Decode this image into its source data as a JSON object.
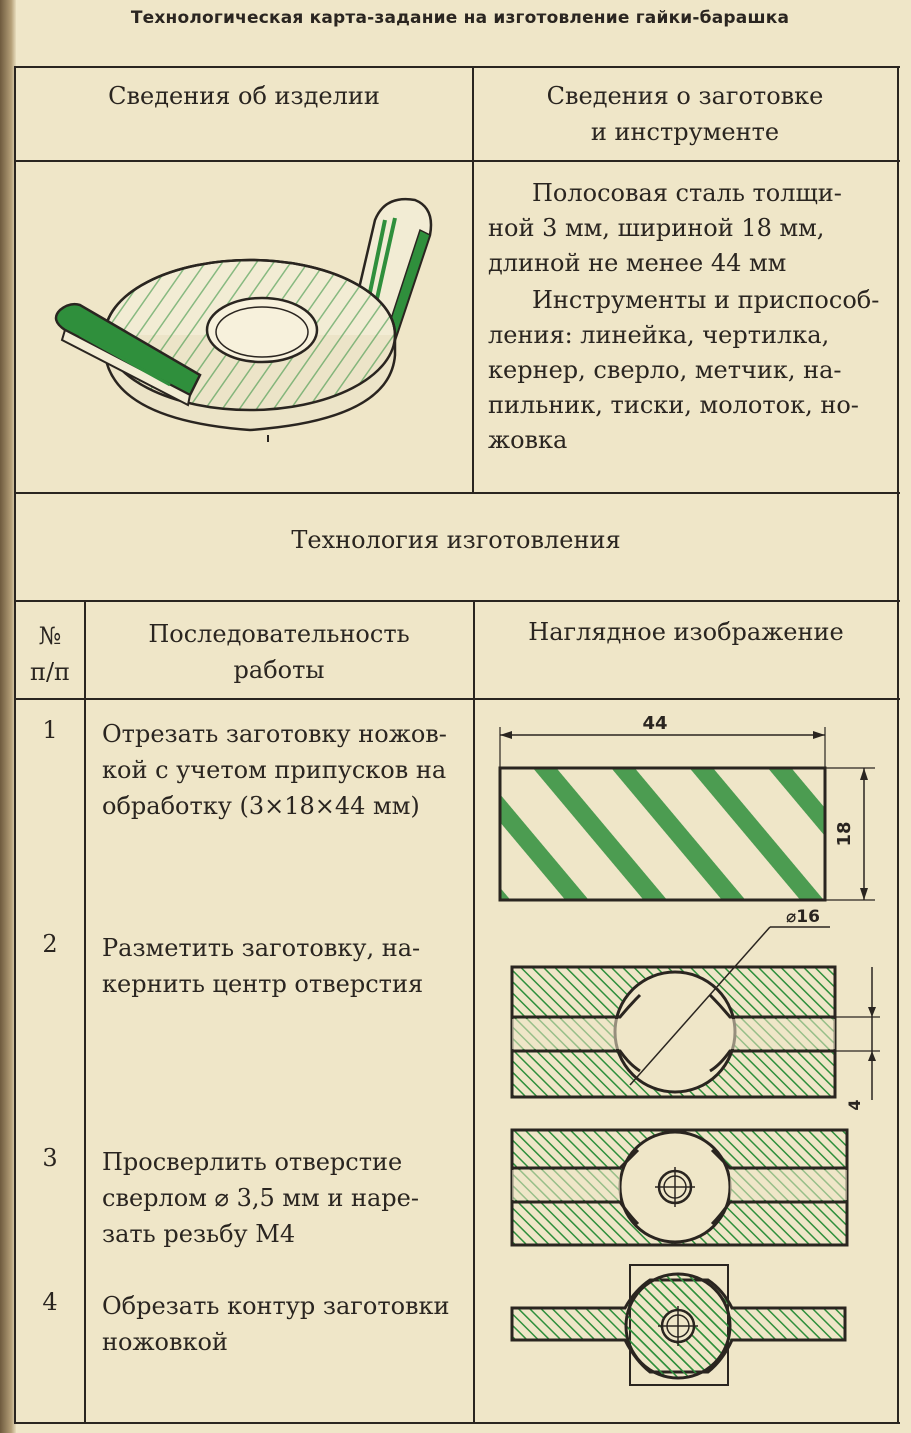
{
  "title": "Технологическая карта-задание на изготовление гайки-барашка",
  "header": {
    "product_info": "Сведения об изделии",
    "blank_info_line1": "Сведения о заготовке",
    "blank_info_line2": "и инструменте"
  },
  "blank": {
    "material_line1": "Полосовая сталь толщи-",
    "material_line2": "ной 3 мм, шириной 18 мм,",
    "material_line3": "длиной не менее 44 мм",
    "tools_line1": "Инструменты и приспособ-",
    "tools_line2": "ления: линейка, чертилка,",
    "tools_line3": "кернер, сверло, метчик, на-",
    "tools_line4": "пильник, тиски, молоток, но-",
    "tools_line5": "жовка"
  },
  "technology": {
    "section_title": "Технология изготовления",
    "col_num_line1": "№",
    "col_num_line2": "п/п",
    "col_seq_line1": "Последовательность",
    "col_seq_line2": "работы",
    "col_image": "Наглядное изображение"
  },
  "steps": [
    {
      "num": "1",
      "lines": [
        "Отрезать заготовку ножов-",
        "кой с учетом припусков на",
        "обработку (3×18×44 мм)"
      ]
    },
    {
      "num": "2",
      "lines": [
        "Разметить заготовку, на-",
        "кернить центр отверстия"
      ]
    },
    {
      "num": "3",
      "lines": [
        "Просверлить отверстие",
        "сверлом ⌀ 3,5 мм и наре-",
        "зать резьбу М4"
      ]
    },
    {
      "num": "4",
      "lines": [
        "Обрезать контур заготовки",
        "ножовкой"
      ]
    }
  ],
  "dimensions": {
    "length": "44",
    "width": "18",
    "diameter": "⌀16",
    "strip": "4"
  },
  "colors": {
    "hatch": "#2f8f3c",
    "ink": "#2a2520",
    "paper": "#efe6c8"
  }
}
